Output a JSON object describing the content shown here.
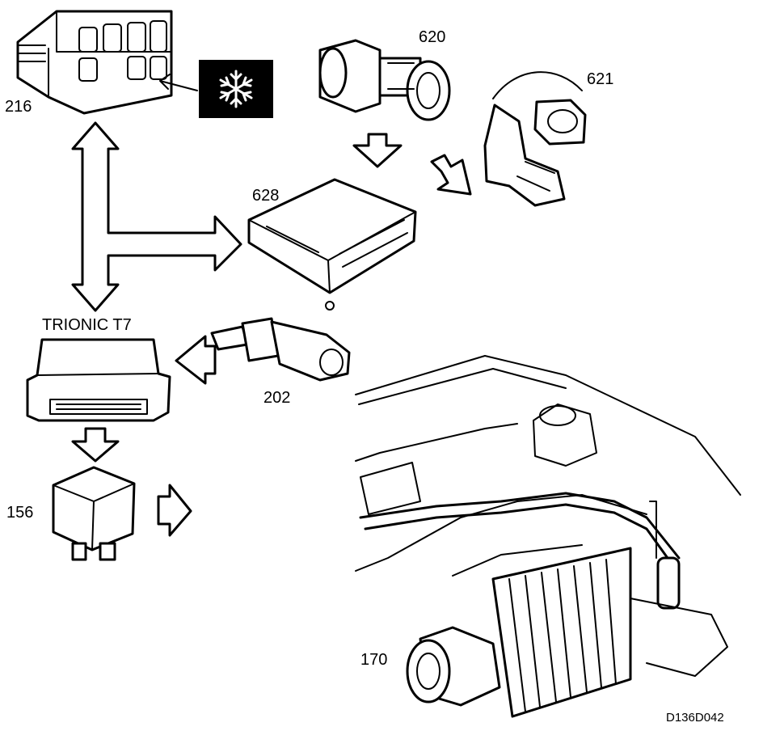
{
  "labels": {
    "p216": "216",
    "p620": "620",
    "p621": "621",
    "p628": "628",
    "trionic": "TRIONIC T7",
    "p202": "202",
    "p156": "156",
    "p170": "170",
    "ref": "D136D042"
  },
  "icons": {
    "ac_symbol": "snowflake-icon"
  }
}
